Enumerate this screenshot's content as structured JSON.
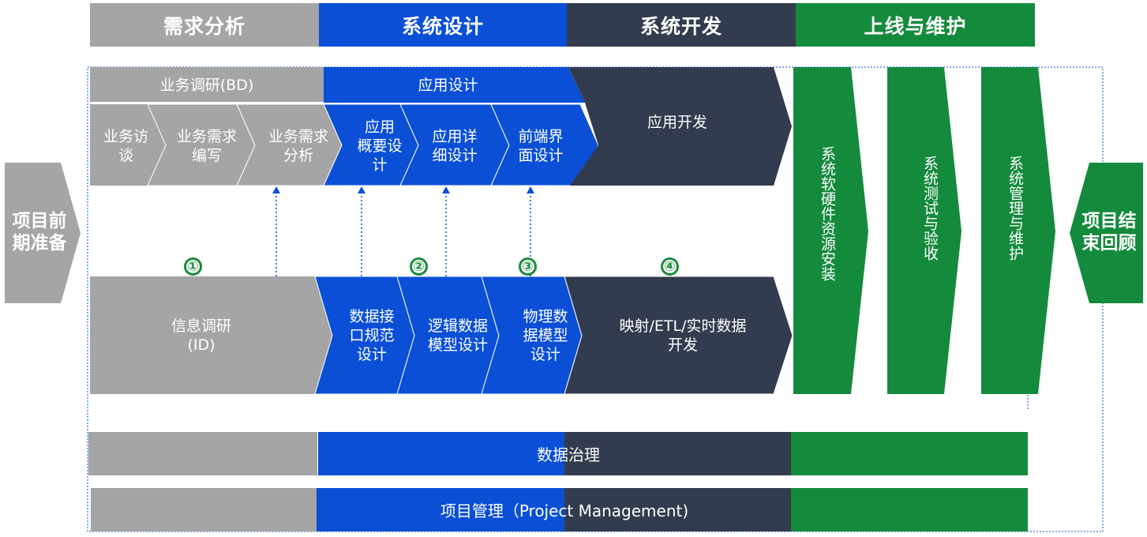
{
  "colors": {
    "gray": "#a5a5a5",
    "blue": "#0a4fd6",
    "navy": "#333c4e",
    "green": "#148a3c"
  },
  "phases": [
    {
      "label": "需求分析"
    },
    {
      "label": "系统设计"
    },
    {
      "label": "系统开发"
    },
    {
      "label": "上线与维护"
    }
  ],
  "side": {
    "left": "项目前期准备",
    "left_line1": "项目前",
    "left_line2": "期准备",
    "right_line1": "项目结",
    "right_line2": "束回顾"
  },
  "top_track": {
    "bd_header": "业务调研(BD)",
    "app_design_header": "应用设计",
    "app_dev": "应用开发",
    "steps": [
      {
        "line1": "业务访",
        "line2": "谈"
      },
      {
        "line1": "业务需求",
        "line2": "编写"
      },
      {
        "line1": "业务需求",
        "line2": "分析"
      },
      {
        "line1": "应用",
        "line2": "概要设",
        "line3": "计"
      },
      {
        "line1": "应用详",
        "line2": "细设计"
      },
      {
        "line1": "前端界",
        "line2": "面设计"
      }
    ]
  },
  "bottom_track": {
    "steps": [
      {
        "line1": "信息调研",
        "line2": "(ID)"
      },
      {
        "line1": "数据接",
        "line2": "口规范",
        "line3": "设计"
      },
      {
        "line1": "逻辑数据",
        "line2": "模型设计"
      },
      {
        "line1": "物理数",
        "line2": "据模型",
        "line3": "设计"
      },
      {
        "line1": "映射/ETL/实时数据",
        "line2": "开发"
      }
    ]
  },
  "markers": [
    "①",
    "②",
    "③",
    "④"
  ],
  "deploy": [
    {
      "label": "系统软硬件资源安装"
    },
    {
      "label": "系统测试与验收"
    },
    {
      "label": "系统管理与维护"
    }
  ],
  "bars": {
    "governance": "数据治理",
    "pm": "项目管理（Project Management)"
  }
}
